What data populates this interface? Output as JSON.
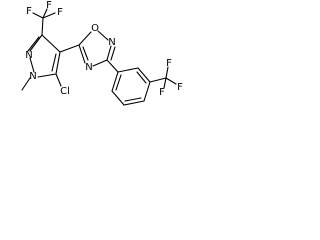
{
  "structure": {
    "atoms": [
      {
        "id": "f1",
        "label": "F"
      },
      {
        "id": "f2",
        "label": "F"
      },
      {
        "id": "f3",
        "label": "F"
      },
      {
        "id": "n_pyr2",
        "label": "N"
      },
      {
        "id": "n_pyr1",
        "label": "N"
      },
      {
        "id": "cl",
        "label": "Cl"
      },
      {
        "id": "o_ox",
        "label": "O"
      },
      {
        "id": "n_ox2",
        "label": "N"
      },
      {
        "id": "n_ox4",
        "label": "N"
      },
      {
        "id": "f4",
        "label": "F"
      },
      {
        "id": "f5",
        "label": "F"
      },
      {
        "id": "f6",
        "label": "F"
      }
    ]
  }
}
